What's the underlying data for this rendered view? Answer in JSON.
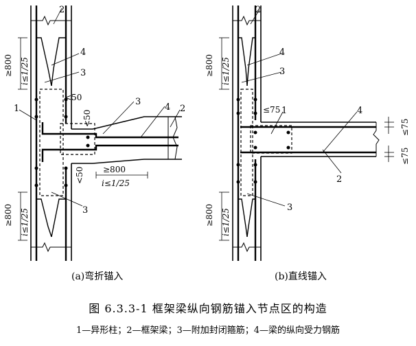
{
  "caption": {
    "title": "图 6.3.3-1   框架梁纵向钢筋锚入节点区的构造",
    "legend": "1—异形柱；2—框架梁；3—附加封闭箍筋；4—梁的纵向受力钢筋"
  },
  "panel_a": {
    "subtitle": "(a)弯折锚入",
    "labels": {
      "n2_top": "2",
      "n4_top": "4",
      "n3_top": "3",
      "n1": "1",
      "n3_mid": "3",
      "n4_mid": "4",
      "n2_right": "2",
      "n3_bot": "3",
      "lt50_a": "<50",
      "lt50_b": "<50",
      "lt50_c": "<50",
      "ge800_top": "≥800",
      "i_top": "i≤1/25",
      "ge800_beam": "≥800",
      "i_beam": "i≤1/25",
      "ge800_bot": "≥800",
      "i_bot": "i≤1/25"
    }
  },
  "panel_b": {
    "subtitle": "(b)直线锚入",
    "labels": {
      "n2_top": "2",
      "n4_top": "4",
      "n3_top": "3",
      "le75": "≤75",
      "n1": "1",
      "n4_right": "4",
      "n2_beam": "2",
      "n3_bot": "3",
      "le75_r1": "≤75",
      "le75_r2": "≤75",
      "ge800_top": "≥800",
      "i_top": "i≤1/25",
      "ge800_bot": "≥800",
      "i_bot": "i≤1/25"
    }
  }
}
